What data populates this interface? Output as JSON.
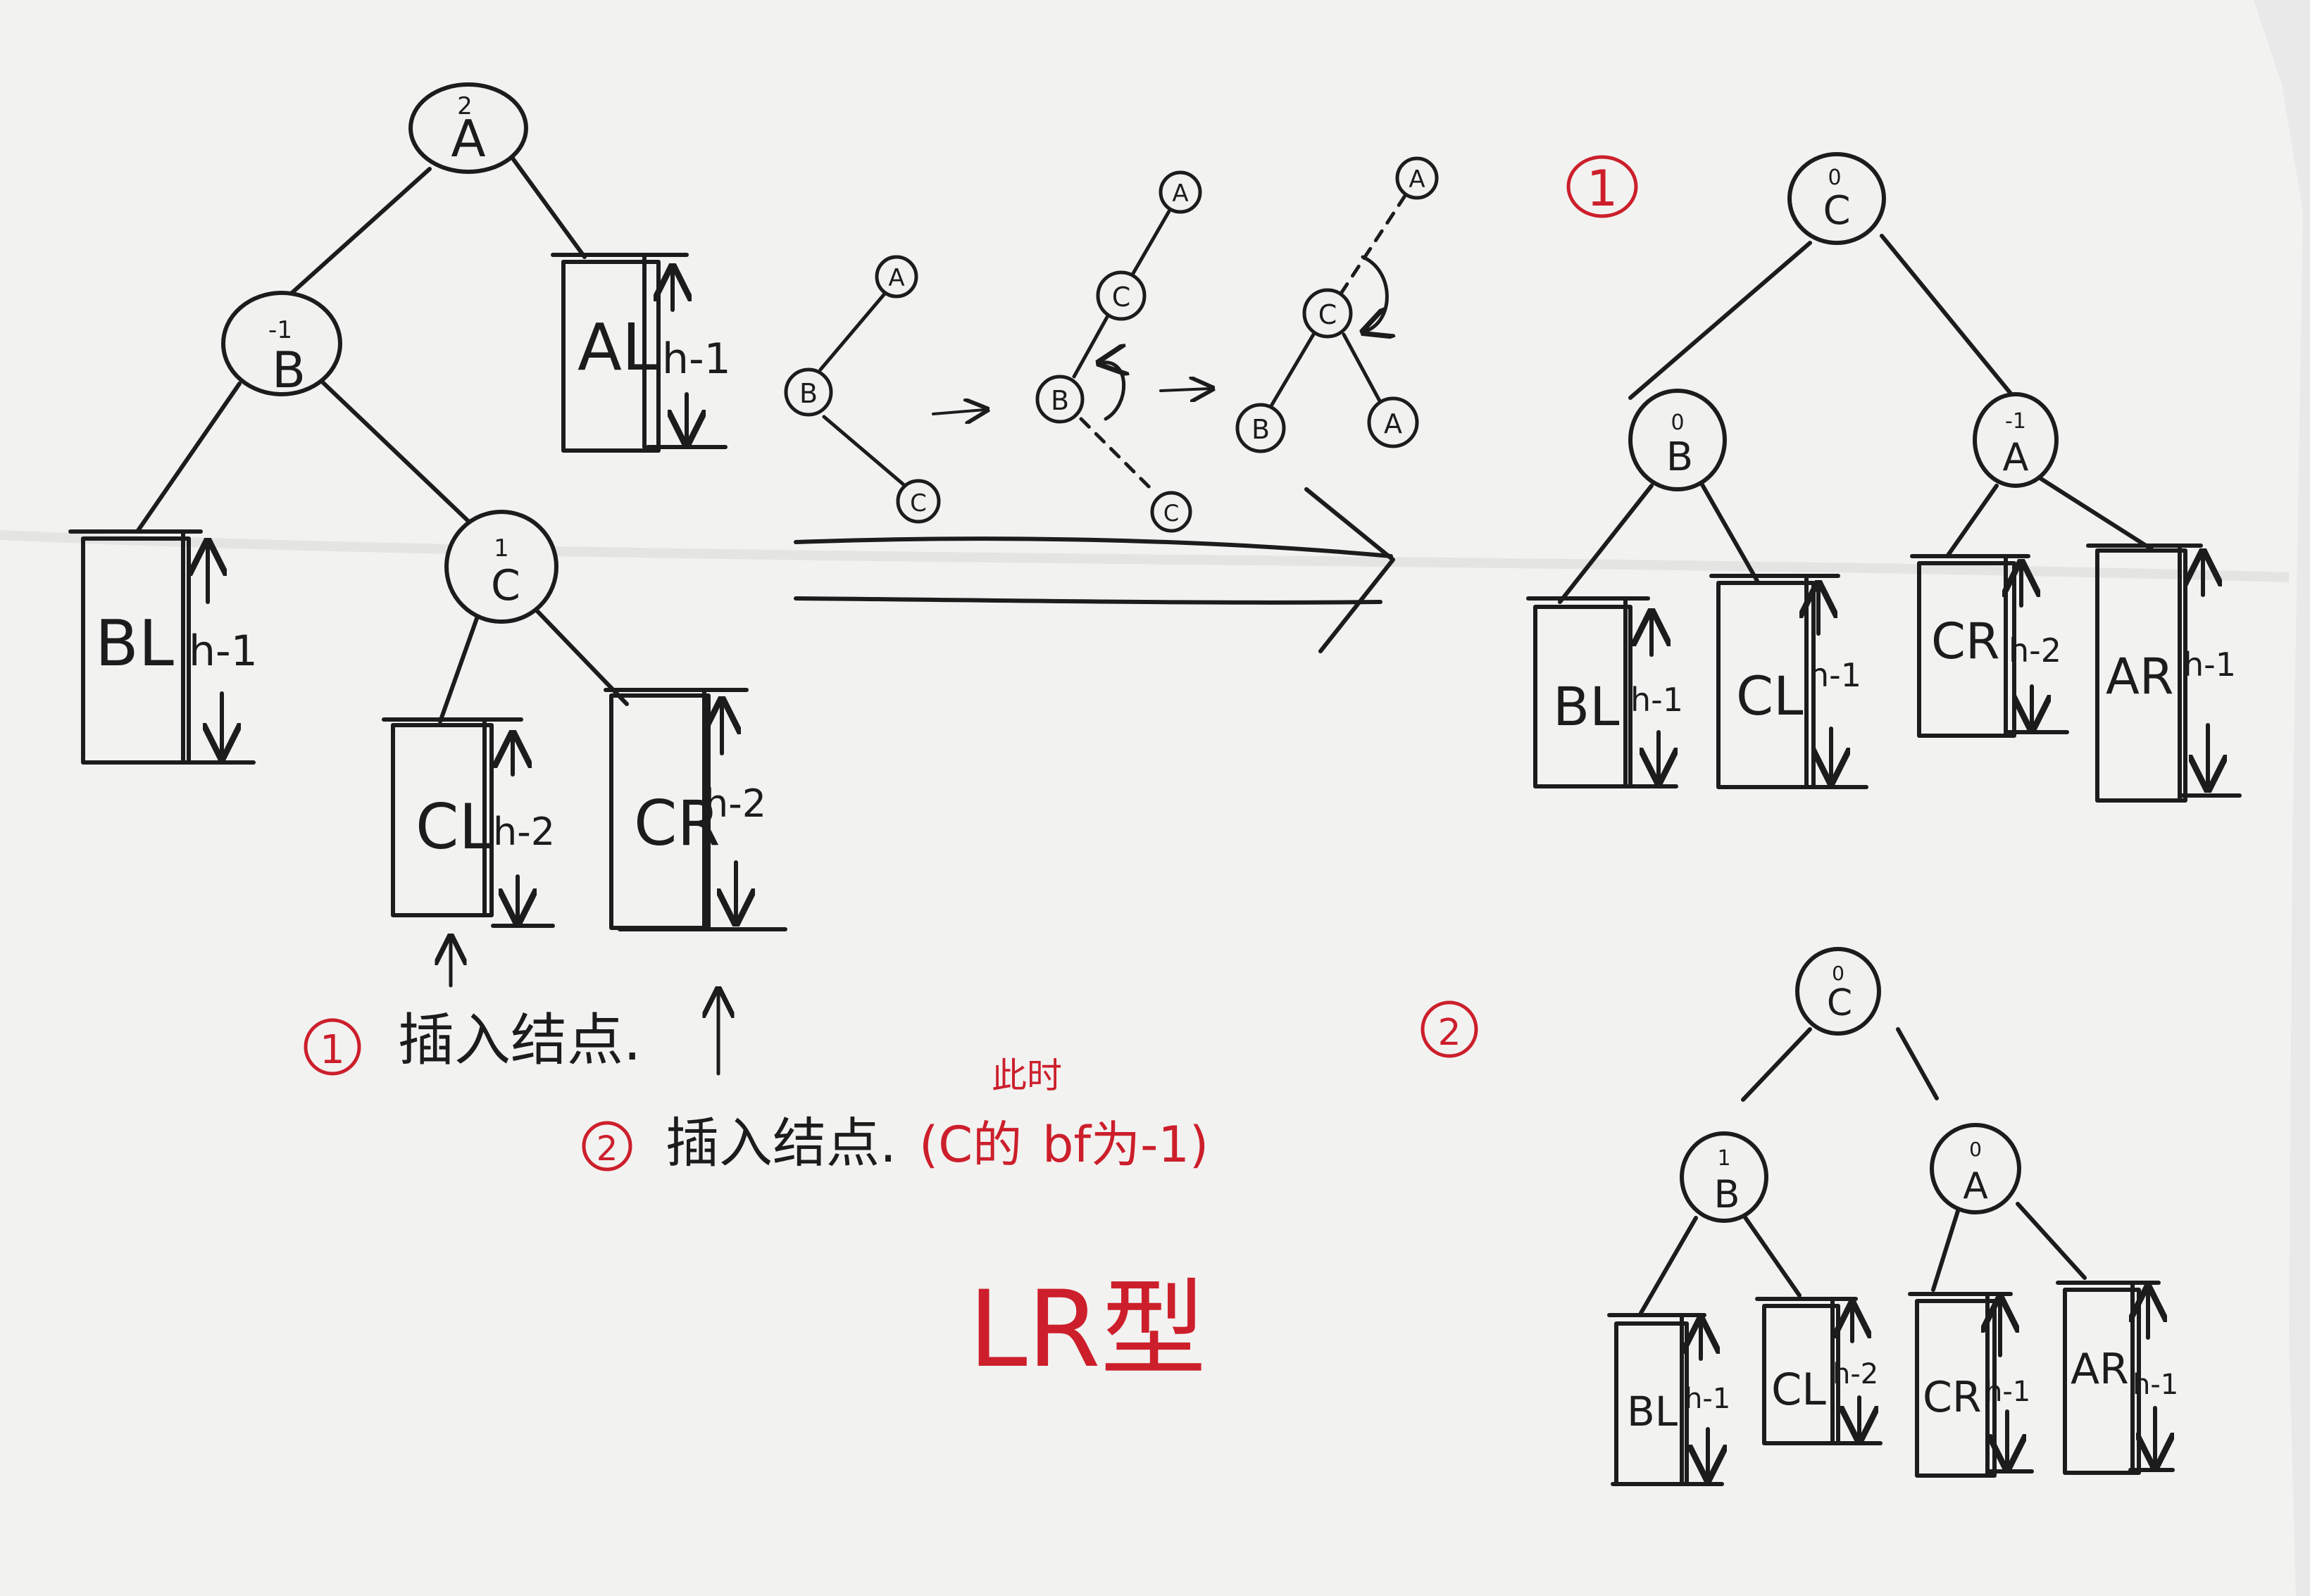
{
  "colors": {
    "paper": "#f2f2f1",
    "ink": "#1c1c1c",
    "annotation": "#cc1f2b"
  },
  "before": {
    "nodes": {
      "A": {
        "label": "A",
        "bf": "2"
      },
      "B": {
        "label": "B",
        "bf": "-1"
      },
      "C": {
        "label": "C",
        "bf": "1"
      }
    },
    "subtrees": {
      "AL": {
        "label": "AL",
        "height": "h-1"
      },
      "BL": {
        "label": "BL",
        "height": "h-1"
      },
      "CL": {
        "label": "CL",
        "height": "h-2"
      },
      "CR": {
        "label": "CR",
        "height": "h-2"
      }
    }
  },
  "insert_notes": {
    "case1": {
      "marker": "1",
      "text": "插入结点."
    },
    "case2": {
      "marker": "2",
      "text": "插入结点.",
      "paren_note": "(C的",
      "bf_text": "bf为-1)",
      "above_note": "此时"
    }
  },
  "rotation_steps": {
    "step1": [
      "A",
      "B",
      "C"
    ],
    "step2": [
      "A",
      "C",
      "B",
      "C"
    ],
    "step3": [
      "A",
      "C",
      "B",
      "A"
    ]
  },
  "case_markers": {
    "one": "1",
    "two": "2"
  },
  "after_case1": {
    "nodes": {
      "C": {
        "label": "C",
        "bf": "0"
      },
      "B": {
        "label": "B",
        "bf": "0"
      },
      "A": {
        "label": "A",
        "bf": "-1"
      }
    },
    "subtrees": {
      "BL": {
        "label": "BL",
        "height": "h-1"
      },
      "CL": {
        "label": "CL",
        "height": "h-1"
      },
      "CR": {
        "label": "CR",
        "height": "h-2"
      },
      "AR": {
        "label": "AR",
        "height": "h-1"
      }
    }
  },
  "after_case2": {
    "nodes": {
      "C": {
        "label": "C",
        "bf": "0"
      },
      "B": {
        "label": "B",
        "bf": "1"
      },
      "A": {
        "label": "A",
        "bf": "0"
      }
    },
    "subtrees": {
      "BL": {
        "label": "BL",
        "height": "h-1"
      },
      "CL": {
        "label": "CL",
        "height": "h-2"
      },
      "CR": {
        "label": "CR",
        "height": "h-1"
      },
      "AR": {
        "label": "AR",
        "height": "h-1"
      }
    }
  },
  "type_label": "LR型"
}
